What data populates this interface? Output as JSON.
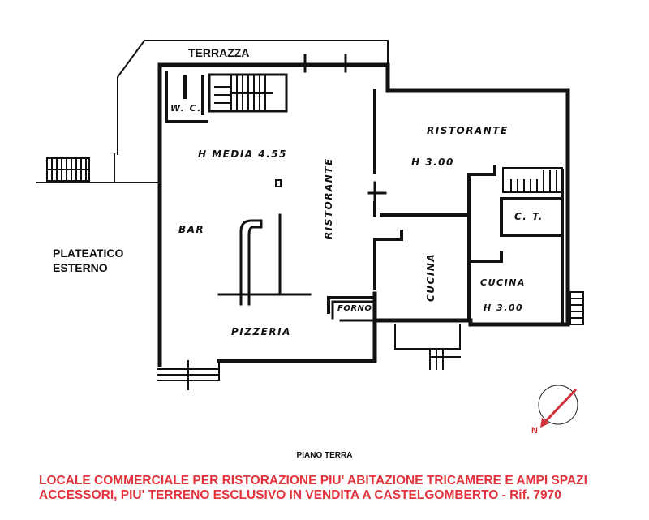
{
  "plan": {
    "floor_title": "PIANO TERRA",
    "exterior_labels": {
      "terrace": "TERRAZZA",
      "outdoor_area_line1": "PLATEATICO",
      "outdoor_area_line2": "ESTERNO"
    },
    "rooms": {
      "wc": "W. C.",
      "main_height": "H MEDIA  4.55",
      "bar": "BAR",
      "restaurant_vertical": "RISTORANTE",
      "restaurant_right": "RISTORANTE",
      "restaurant_right_height": "H  3.00",
      "kitchen_vertical": "CUCINA",
      "kitchen_right": "CUCINA",
      "kitchen_right_height": "H  3.00",
      "boiler_room": "C. T.",
      "oven": "FORNO",
      "pizzeria": "PIZZERIA"
    },
    "compass": {
      "north_label": "N",
      "color": "#d0303a"
    }
  },
  "caption": {
    "line1": "LOCALE COMMERCIALE PER RISTORAZIONE PIU' ABITAZIONE TRICAMERE E AMPI SPAZI",
    "line2": "ACCESSORI, PIU' TERRENO ESCLUSIVO IN VENDITA A CASTELGOMBERTO - Rif. 7970",
    "color": "#e3343e"
  }
}
